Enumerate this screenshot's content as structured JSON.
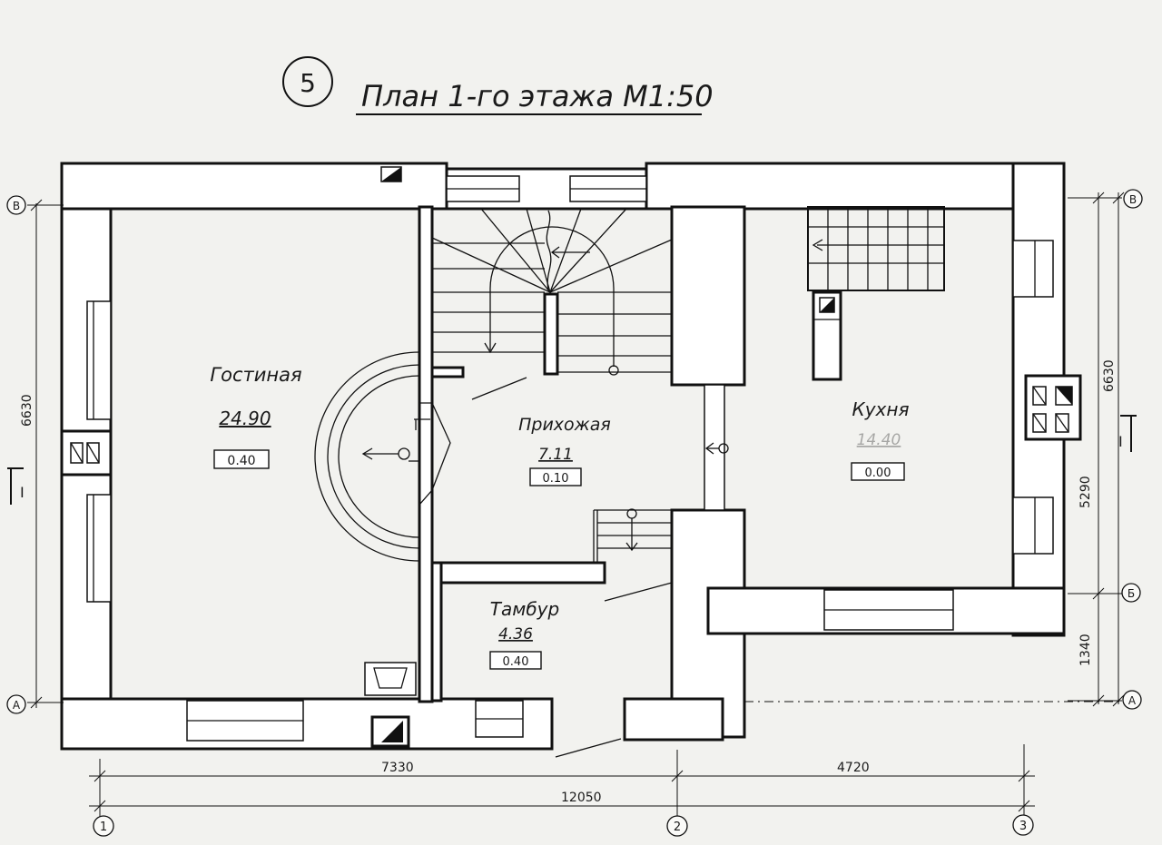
{
  "drawing": {
    "sheet_number": "5",
    "title": "План 1-го этажа М1:50"
  },
  "rooms": [
    {
      "name": "Гостиная",
      "area": "24.90",
      "level": "0.40"
    },
    {
      "name": "Прихожая",
      "area": "7.11",
      "level": "0.10"
    },
    {
      "name": "Кухня",
      "area": "14.40",
      "level": "0.00"
    },
    {
      "name": "Тамбур",
      "area": "4.36",
      "level": "0.40"
    }
  ],
  "dimensions": {
    "bottom_1": "7330",
    "bottom_2": "4720",
    "bottom_total": "12050",
    "left_height": "6630",
    "right_height": "6630",
    "right_upper": "5290",
    "right_lower": "1340"
  },
  "axes": {
    "grid_columns": [
      "1",
      "2",
      "3"
    ],
    "grid_rows_left": [
      "В",
      "А"
    ],
    "grid_rows_right": [
      "В",
      "Б",
      "А"
    ]
  },
  "section_marks": {
    "left": "I",
    "right": "I"
  },
  "colors": {
    "paper": "#f2f2ef",
    "ink": "#111111",
    "wall_fill": "#ffffff"
  }
}
